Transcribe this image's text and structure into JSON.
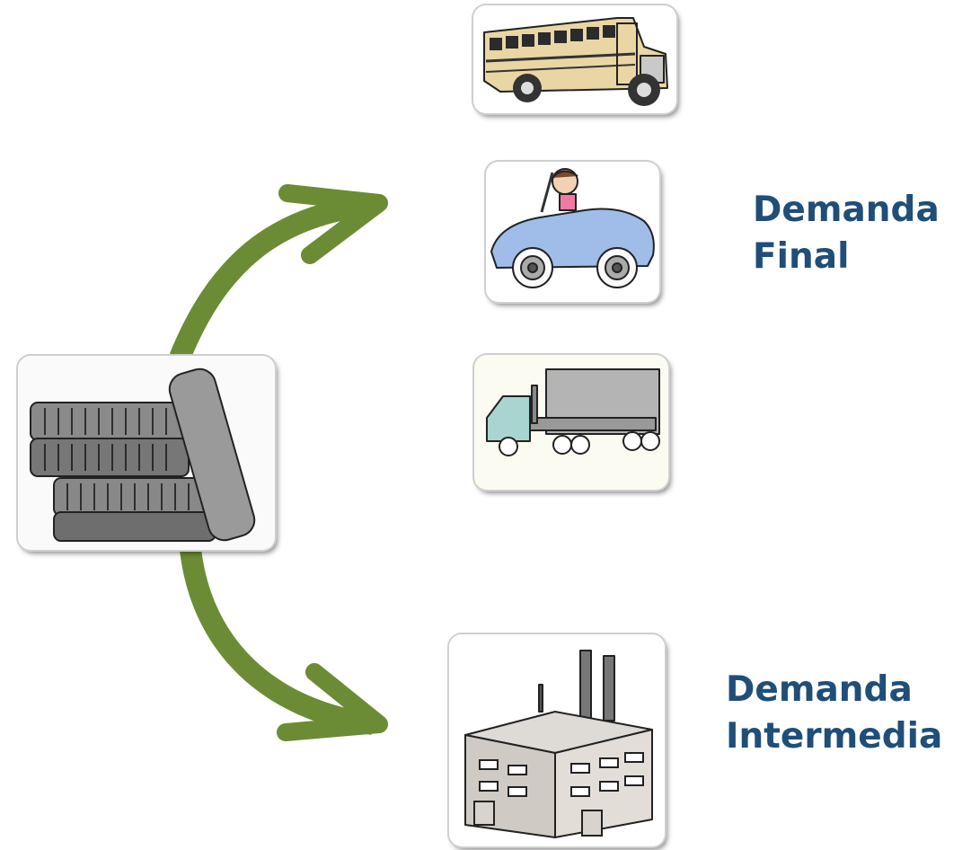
{
  "colors": {
    "arrow": "#6b8c34",
    "label": "#1f4e79",
    "card_border": "#cfcfcf"
  },
  "icons": {
    "source": "tires-icon",
    "final": [
      "school-bus-icon",
      "car-icon",
      "truck-icon"
    ],
    "intermediate": "factory-icon"
  },
  "labels": {
    "final": {
      "line1": "Demanda",
      "line2": "Final"
    },
    "intermediate": {
      "line1": "Demanda",
      "line2": "Intermedia"
    }
  }
}
